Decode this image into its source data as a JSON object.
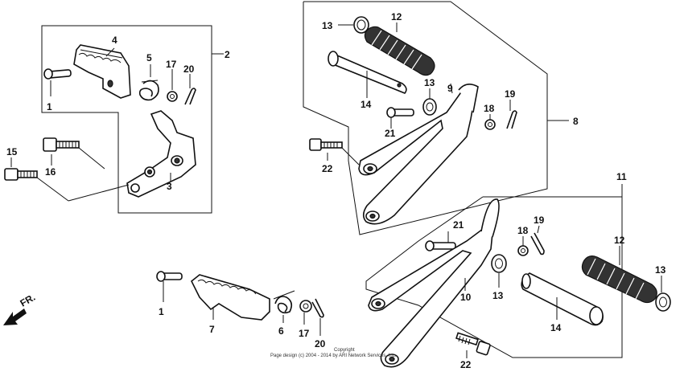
{
  "callouts": {
    "n1a": "1",
    "n2": "2",
    "n3": "3",
    "n4": "4",
    "n5a": "5",
    "n17a": "17",
    "n20a": "20",
    "n15": "15",
    "n16": "16",
    "n13a": "13",
    "n12a": "12",
    "n13b": "13",
    "n9": "9",
    "n14a": "14",
    "n21a": "21",
    "n18a": "18",
    "n19a": "19",
    "n8": "8",
    "n22a": "22",
    "n11": "11",
    "n21b": "21",
    "n18b": "18",
    "n19b": "19",
    "n12b": "12",
    "n13c": "13",
    "n13d": "13",
    "n10": "10",
    "n14b": "14",
    "n22b": "22",
    "n1b": "1",
    "n7": "7",
    "n6": "6",
    "n17b": "17",
    "n20b": "20"
  },
  "direction_label": "FR.",
  "copyright": {
    "line1": "Copyright",
    "line2": "Page design (c) 2004 - 2014 by ARI Network Services, Inc."
  }
}
